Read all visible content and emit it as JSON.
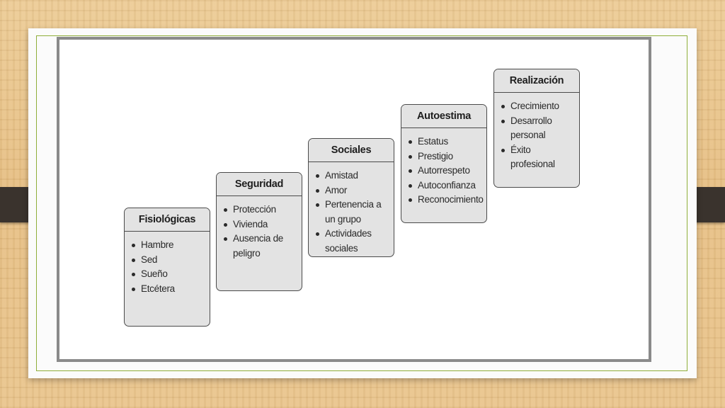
{
  "diagram": {
    "levels": [
      {
        "title": "Fisiológicas",
        "items": [
          "Hambre",
          "Sed",
          "Sueño",
          "Etcétera"
        ]
      },
      {
        "title": "Seguridad",
        "items": [
          "Protección",
          "Vivienda",
          "Ausencia de peligro"
        ]
      },
      {
        "title": "Sociales",
        "items": [
          "Amistad",
          "Amor",
          "Pertenencia a un grupo",
          "Actividades sociales"
        ]
      },
      {
        "title": "Autoestima",
        "items": [
          "Estatus",
          "Prestigio",
          "Autorrespeto",
          "Autoconfianza",
          "Reconocimiento"
        ]
      },
      {
        "title": "Realización",
        "items": [
          "Crecimiento",
          "Desarrollo personal",
          "Éxito profesional"
        ]
      }
    ]
  }
}
